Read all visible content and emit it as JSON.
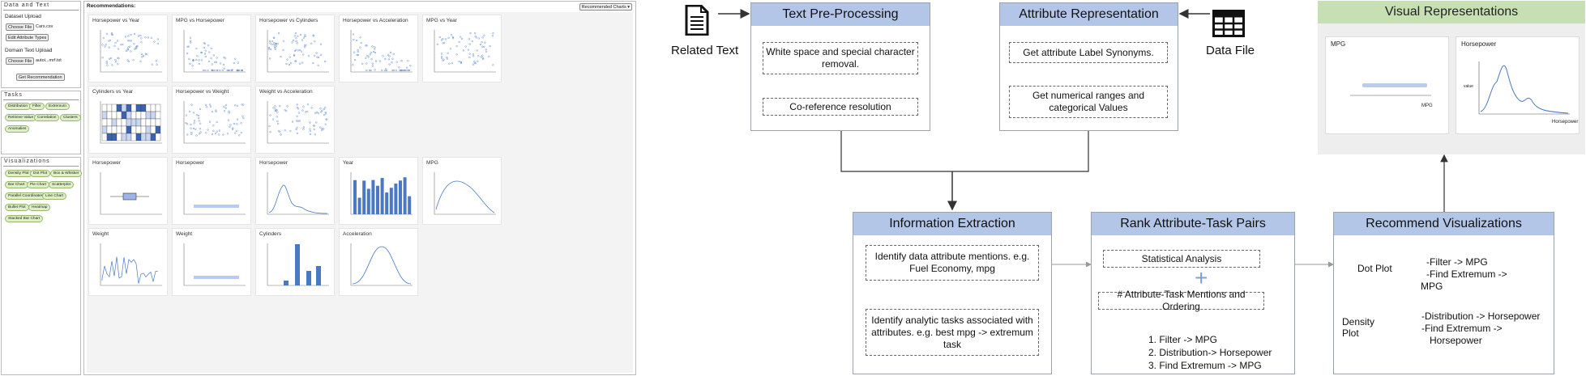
{
  "ui": {
    "data_panel": {
      "title": "Data and Text",
      "dataset_label": "Dataset Upload",
      "choose_file": "Choose File",
      "dataset_file": "Cars.csv",
      "edit_attr": "Edit Attribute Types",
      "domain_label": "Domain Text Upload",
      "domain_file": "autoi...mrf.txt",
      "get_rec": "Get Recommendation"
    },
    "tasks_panel": {
      "title": "Tasks",
      "chips": [
        "Distribution",
        "Filter",
        "Extremum",
        "Retrieve Value",
        "Correlation",
        "Clusters",
        "Anomalies"
      ]
    },
    "vis_panel": {
      "title": "Visualizations",
      "chips": [
        "Density Plot",
        "Dot Plot",
        "Box & Whisker",
        "Bar Chart",
        "Pie Chart",
        "Scatterplot",
        "Parallel Coordinates",
        "Line Chart",
        "Bullet Plot",
        "Heatmap",
        "Stacked Bar Chart"
      ]
    },
    "main": {
      "title": "Recommendations:",
      "dropdown": "Recommended Charts",
      "cards": [
        "Horsepower vs Year",
        "MPG vs Horsepower",
        "Horsepower vs Cylinders",
        "Horsepower vs Acceleration",
        "MPG vs Year",
        "Cylinders vs Year",
        "Horsepower vs Weight",
        "Weight vs Acceleration",
        "Horsepower",
        "Horsepower",
        "Horsepower",
        "Year",
        "MPG",
        "Weight",
        "Weight",
        "Cylinders",
        "Acceleration"
      ]
    }
  },
  "diagram": {
    "related_text": "Related Text",
    "data_file": "Data File",
    "preprocessing": {
      "title": "Text Pre-Processing",
      "step1": "White space and special character removal.",
      "step2": "Co-reference resolution"
    },
    "attribute": {
      "title": "Attribute Representation",
      "step1": "Get attribute Label Synonyms.",
      "step2": "Get numerical ranges and categorical Values"
    },
    "visual": {
      "title": "Visual Representations",
      "chart1": "MPG",
      "chart2": "Horsepower"
    },
    "extraction": {
      "title": "Information Extraction",
      "step1": "Identify data attribute mentions. e.g. Fuel Economy, mpg",
      "step2": "Identify analytic tasks associated with attributes. e.g. best mpg -> extremum task"
    },
    "rank": {
      "title": "Rank Attribute-Task Pairs",
      "step1": "Statistical Analysis",
      "plus": "+",
      "step2": "# Attribute-Task Mentions and Ordering",
      "list": [
        "1. Filter -> MPG",
        "2. Distribution-> Horsepower",
        "3. Find Extremum -> MPG"
      ]
    },
    "recommend": {
      "title": "Recommend Visualizations",
      "dot": "Dot Plot",
      "dot_tasks": [
        "-Filter -> MPG",
        "-Find Extremum ->",
        "MPG"
      ],
      "density": "Density Plot",
      "density_tasks": [
        "-Distribution -> Horsepower",
        "-Find Extremum ->",
        "Horsepower"
      ]
    }
  },
  "colors": {
    "header_blue": "#b3c6e7",
    "header_green": "#c6e0b4",
    "chip_green": "#dff0c8",
    "chart_blue": "#4a78c2"
  }
}
